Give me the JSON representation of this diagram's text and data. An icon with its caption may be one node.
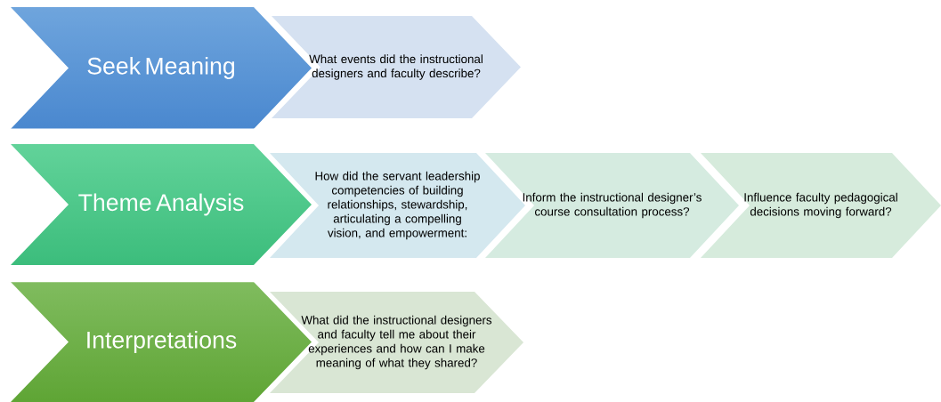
{
  "diagram": {
    "nodes": [
      {
        "text": [
          "Seek Meaning"
        ]
      },
      {
        "text": [
          "What events did the instructional designers and faculty describe?"
        ]
      },
      {
        "text": [
          "Theme Analysis"
        ]
      },
      {
        "text": [
          "How did the servant leadership competencies of building relationships, stewardship, articulating a compelling vision, and empowerment:"
        ]
      },
      {
        "text": [
          "Inform the instructional designer’s course consultation process?"
        ]
      },
      {
        "text": [
          "Influence faculty pedagogical decisions moving forward?"
        ]
      },
      {
        "text": [
          "Interpretations"
        ]
      },
      {
        "text": [
          "What did the instructional designers and faculty tell me about their experiences and how can I make meaning of what they shared?"
        ]
      }
    ]
  }
}
